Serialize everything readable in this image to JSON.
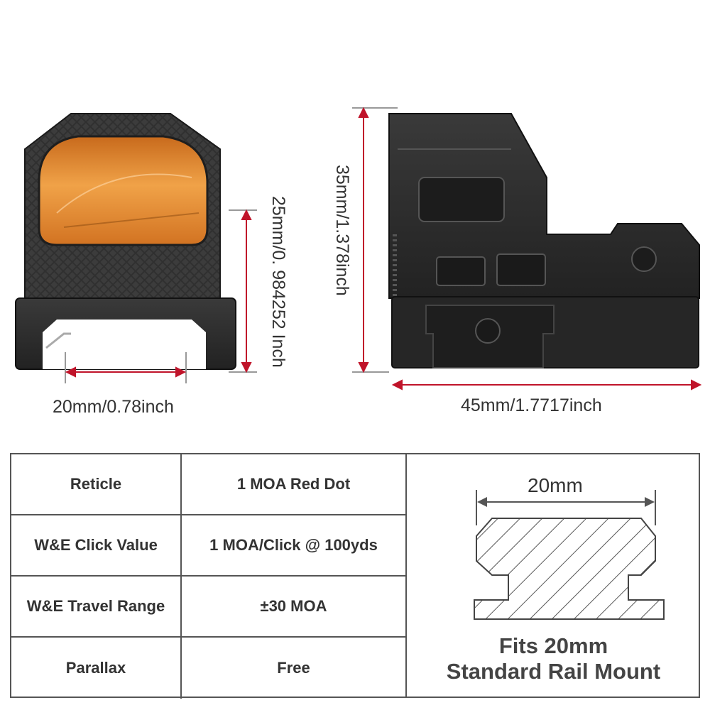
{
  "dimensions": {
    "front_width": "20mm/0.78inch",
    "front_height": "25mm/0. 984252 Inch",
    "side_height": "35mm/1.378inch",
    "side_length": "45mm/1.7717inch"
  },
  "specs": [
    {
      "label": "Reticle",
      "value": "1 MOA Red Dot"
    },
    {
      "label": "W&E Click Value",
      "value": "1 MOA/Click @ 100yds"
    },
    {
      "label": "W&E Travel Range",
      "value": "±30 MOA"
    },
    {
      "label": "Parallax",
      "value": "Free"
    }
  ],
  "rail": {
    "dimension": "20mm",
    "caption_line1": "Fits 20mm",
    "caption_line2": "Standard Rail Mount"
  },
  "colors": {
    "dimension_arrow": "#c0142a",
    "lens": "#e0832a",
    "body": "#2a2a2a"
  }
}
